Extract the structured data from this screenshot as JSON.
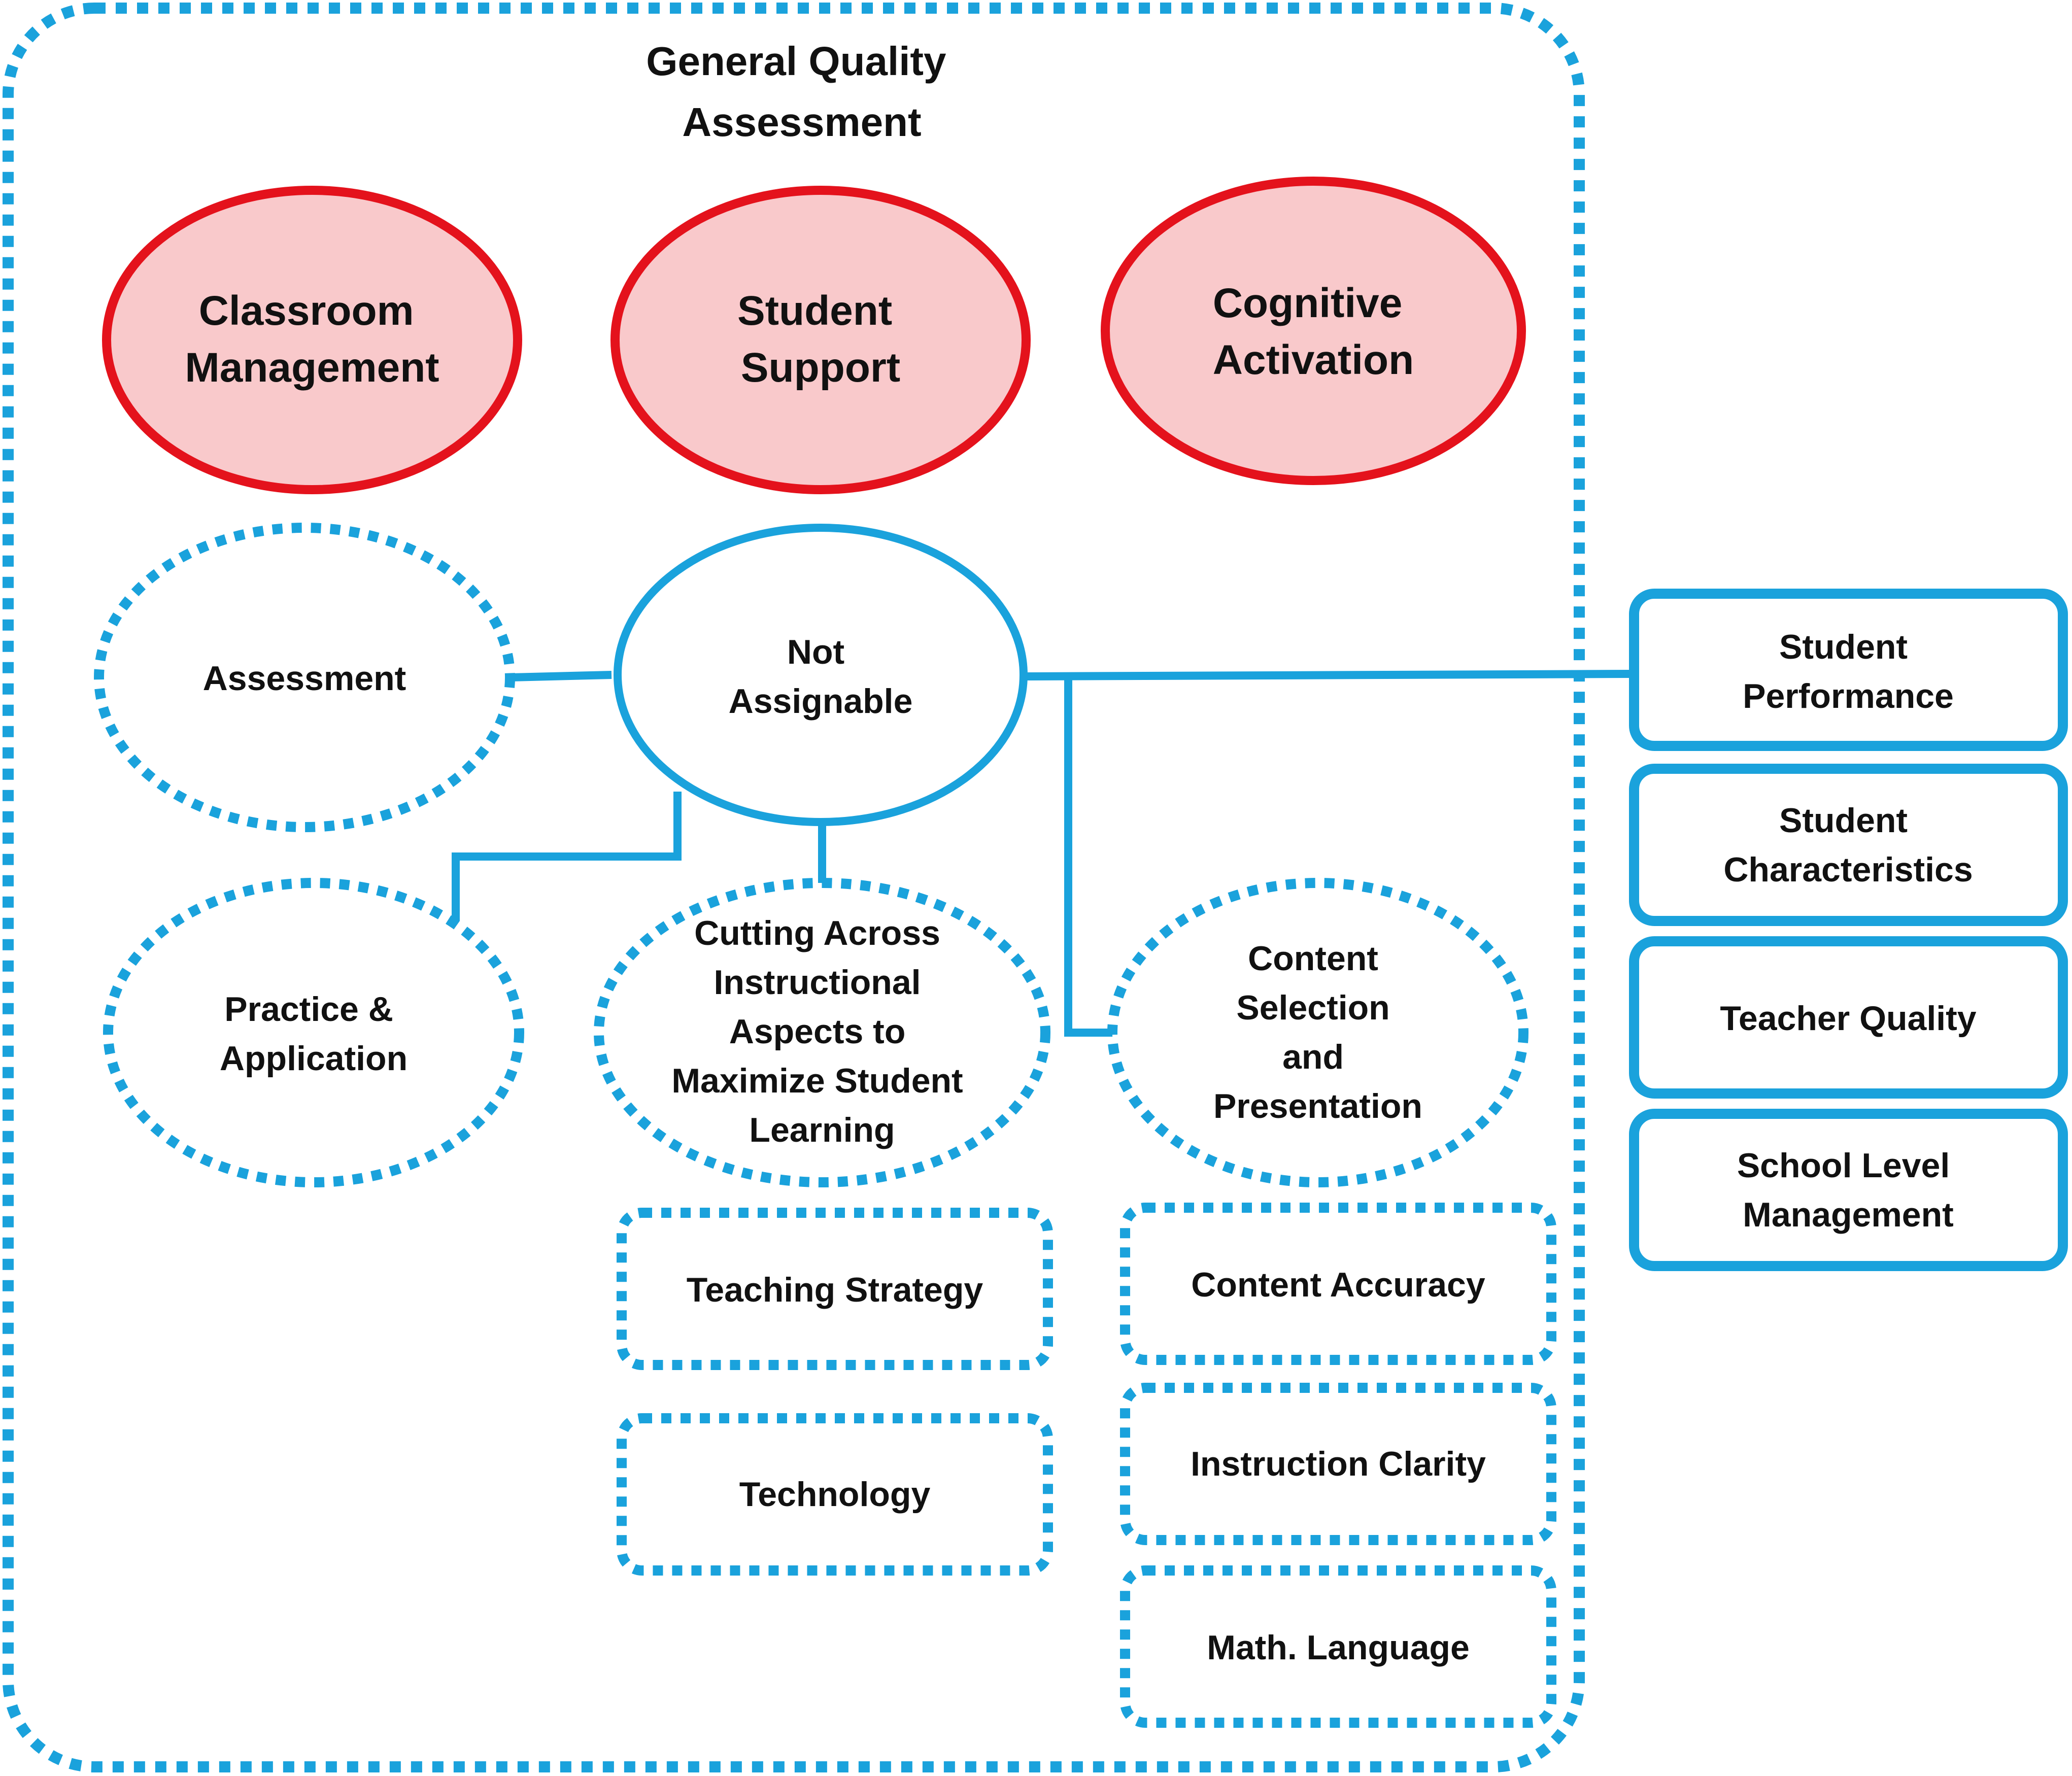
{
  "colors": {
    "blue": "#1aa2dc",
    "red": "#e4121c",
    "red_fill": "#f9c9cb",
    "text": "#111111"
  },
  "title": [
    "General Quality",
    "Assessment"
  ],
  "core_dimensions": [
    {
      "lines": [
        "Classroom",
        "Management"
      ]
    },
    {
      "lines": [
        "Student",
        "Support"
      ]
    },
    {
      "lines": [
        "Cognitive",
        "Activation"
      ]
    }
  ],
  "hub": {
    "lines": [
      "Not",
      "Assignable"
    ]
  },
  "ellipse_nodes": {
    "assessment": {
      "lines": [
        "Assessment"
      ]
    },
    "practice": {
      "lines": [
        "Practice &",
        "Application"
      ]
    },
    "cutting": {
      "lines": [
        "Cutting Across",
        "Instructional",
        "Aspects to",
        "Maximize Student",
        "Learning"
      ]
    },
    "content": {
      "lines": [
        "Content",
        "Selection",
        "and",
        "Presentation"
      ]
    }
  },
  "box_nodes": {
    "teaching_strategy": "Teaching Strategy",
    "technology": "Technology",
    "content_accuracy": "Content Accuracy",
    "instruction_clarity": "Instruction Clarity",
    "math_language": "Math. Language"
  },
  "outside_factors": [
    {
      "lines": [
        "Student",
        "Performance"
      ]
    },
    {
      "lines": [
        "Student",
        "Characteristics"
      ]
    },
    {
      "lines": [
        "Teacher Quality"
      ]
    },
    {
      "lines": [
        "School Level",
        "Management"
      ]
    }
  ]
}
